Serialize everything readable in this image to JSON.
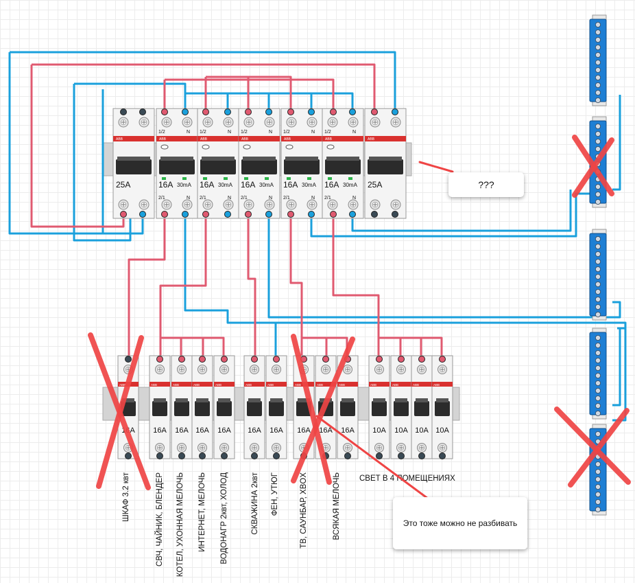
{
  "top_row": {
    "breakers": [
      {
        "type": "mcb",
        "label": "25A"
      },
      {
        "type": "rcbo",
        "label": "16A",
        "ma": "30mA"
      },
      {
        "type": "rcbo",
        "label": "16A",
        "ma": "30mA"
      },
      {
        "type": "rcbo",
        "label": "16A",
        "ma": "30mA"
      },
      {
        "type": "rcbo",
        "label": "16A",
        "ma": "30mA"
      },
      {
        "type": "rcbo",
        "label": "16A",
        "ma": "30mA"
      },
      {
        "type": "mcb",
        "label": "25A"
      }
    ],
    "terminal_labels": {
      "top_left": "1/2",
      "top_right": "N",
      "bottom_left": "2/1",
      "bottom_right": "N"
    }
  },
  "bottom_row": {
    "breakers": [
      {
        "label": "16A",
        "crossed": true
      },
      {
        "label": "16A"
      },
      {
        "label": "16A"
      },
      {
        "label": "16A"
      },
      {
        "label": "16A"
      },
      {
        "label": "16A"
      },
      {
        "label": "16A"
      },
      {
        "label": "16A"
      },
      {
        "label": "16A"
      },
      {
        "label": "16A"
      },
      {
        "label": "10A"
      },
      {
        "label": "10A"
      },
      {
        "label": "10A"
      },
      {
        "label": "10A"
      }
    ],
    "circuit_labels": [
      "ШКАФ 3.2 квт",
      "СВЧ, ЧАЙНИК, БЛЕНДЕР",
      "КОТЕЛ, УХОННАЯ МЕЛОЧЬ",
      "ИНТЕРНЕТ, МЕЛОЧЬ",
      "ВОДОНАГР 2квт, ХОЛОД",
      "СКВАЖИНА 2квт",
      "ФЕН, УТЮГ",
      "ТВ, САУНБАР, XBOX",
      "ВСЯКАЯ МЕЛОЧЬ"
    ],
    "light_label": "СВЕТ В 4 ПОМЕЩЕНИЯХ"
  },
  "brand": "ABB",
  "notes": [
    {
      "text": "???"
    },
    {
      "text": "Это тоже можно не разбивать"
    }
  ],
  "colors": {
    "phase": "#e05a70",
    "neutral": "#1aa0dc",
    "bus": "#1e7fd4",
    "cross": "#ef4444",
    "red_strip": "#d9312f"
  }
}
